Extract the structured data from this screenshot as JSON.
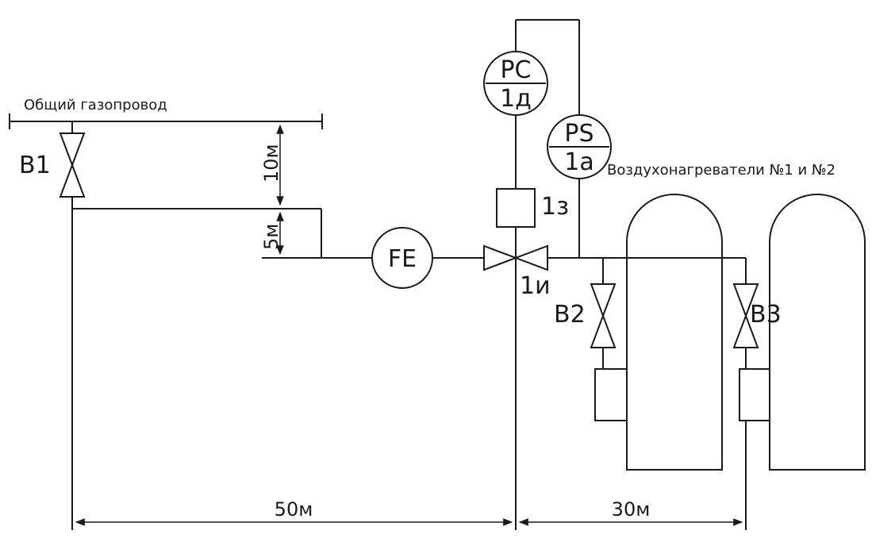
{
  "labels": {
    "gas_main": "Общий газопровод",
    "heaters": "Воздухонагреватели №1 и №2",
    "valve_b1": "В1",
    "valve_b2": "В2",
    "valve_b3": "В3",
    "valve_1i": "1и",
    "device_1z": "1з"
  },
  "instruments": {
    "pc": {
      "top": "PC",
      "bottom": "1д"
    },
    "ps": {
      "top": "PS",
      "bottom": "1а"
    },
    "fe": {
      "label": "FE"
    }
  },
  "dimensions": {
    "d10": "10м",
    "d5": "5м",
    "d50": "50м",
    "d30": "30м"
  }
}
